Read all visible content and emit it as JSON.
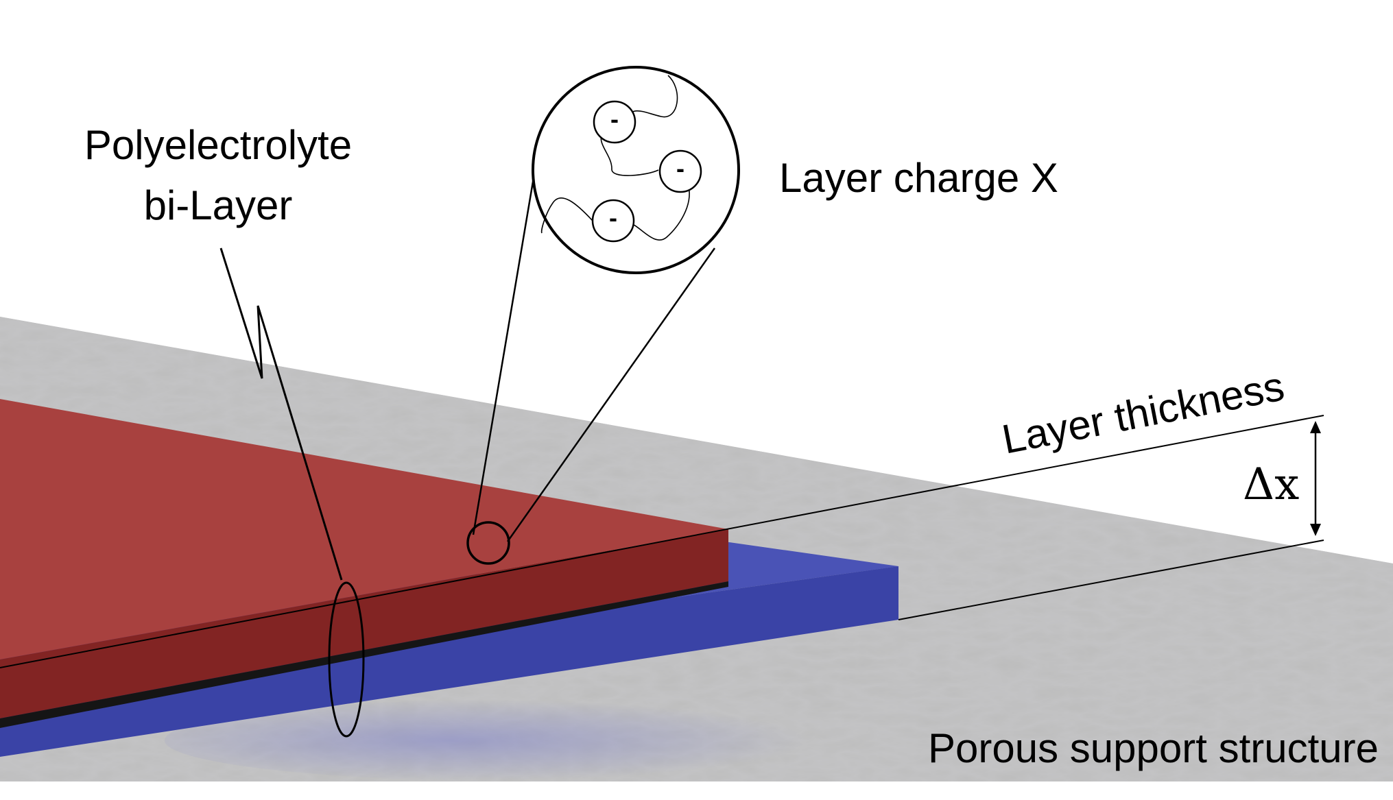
{
  "labels": {
    "bilayer_line1": "Polyelectrolyte",
    "bilayer_line2": "bi-Layer",
    "charge": "Layer charge X",
    "thickness": "Layer thickness",
    "delta": "Δx",
    "support": "Porous support structure"
  },
  "inset": {
    "charges": [
      "-",
      "-",
      "-"
    ]
  },
  "colors": {
    "top_layer": "#a8413f",
    "top_layer_edge": "#822423",
    "bottom_layer": "#4a53b6",
    "bottom_layer_edge": "#3a43a6",
    "support": "#bdbdbd",
    "line": "#000000"
  }
}
